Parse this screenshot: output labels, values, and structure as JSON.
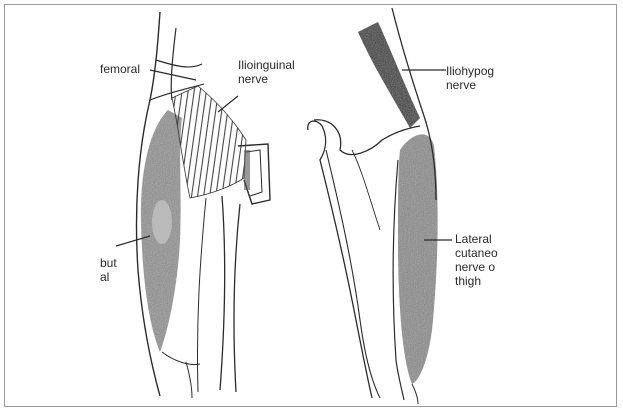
{
  "labels": {
    "femoral": "femoral",
    "ilioinguinal": "Ilioinguinal\nnerve",
    "iliohypogastric": "Iliohypog\nnerve",
    "obturator": "but\nal",
    "lateral_cutaneous": "Lateral\ncutaneo\nnerve o\nthigh"
  },
  "colors": {
    "stroke": "#2b2b2b",
    "shade": "#8a8a8a",
    "dark_shade": "#4a4a4a",
    "frame": "#9a9a9a"
  }
}
